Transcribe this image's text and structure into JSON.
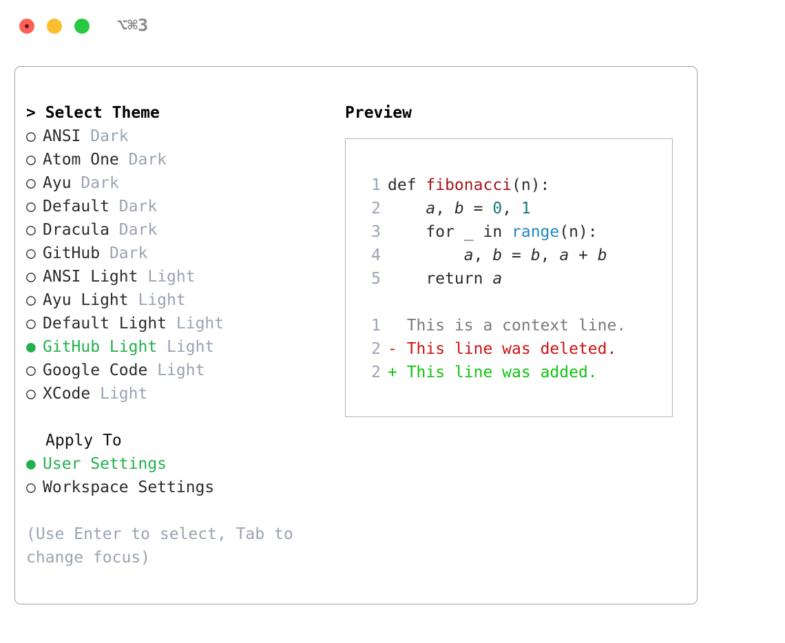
{
  "titlebar": {
    "shortcut": "⌥⌘3",
    "traffic_lights": [
      "close-red",
      "minimize-yellow",
      "zoom-green"
    ]
  },
  "colors": {
    "accent_green": "#22b14c",
    "muted": "#9aa3b2",
    "text": "#2b2b2b",
    "diff_add": "#12c212",
    "diff_del": "#cc1212",
    "syntax_function": "#a3161b",
    "syntax_number": "#117a76",
    "syntax_keyword": "#1f86c4"
  },
  "left": {
    "header": "> Select Theme",
    "themes": [
      {
        "bullet": "○",
        "name": "ANSI",
        "variant": "Dark",
        "selected": false
      },
      {
        "bullet": "○",
        "name": "Atom One",
        "variant": "Dark",
        "selected": false
      },
      {
        "bullet": "○",
        "name": "Ayu",
        "variant": "Dark",
        "selected": false
      },
      {
        "bullet": "○",
        "name": "Default",
        "variant": "Dark",
        "selected": false
      },
      {
        "bullet": "○",
        "name": "Dracula",
        "variant": "Dark",
        "selected": false
      },
      {
        "bullet": "○",
        "name": "GitHub",
        "variant": "Dark",
        "selected": false
      },
      {
        "bullet": "○",
        "name": "ANSI Light",
        "variant": "Light",
        "selected": false
      },
      {
        "bullet": "○",
        "name": "Ayu Light",
        "variant": "Light",
        "selected": false
      },
      {
        "bullet": "○",
        "name": "Default Light",
        "variant": "Light",
        "selected": false
      },
      {
        "bullet": "●",
        "name": "GitHub Light",
        "variant": "Light",
        "selected": true
      },
      {
        "bullet": "○",
        "name": "Google Code",
        "variant": "Light",
        "selected": false
      },
      {
        "bullet": "○",
        "name": "XCode",
        "variant": "Light",
        "selected": false
      }
    ],
    "apply_to_label": "Apply To",
    "apply_to_options": [
      {
        "bullet": "●",
        "name": "User Settings",
        "selected": true
      },
      {
        "bullet": "○",
        "name": "Workspace Settings",
        "selected": false
      }
    ],
    "hint": "(Use Enter to select, Tab to change focus)"
  },
  "right": {
    "header": "Preview",
    "code_lines": [
      {
        "num": "1",
        "parts": [
          {
            "t": "def ",
            "c": "plain"
          },
          {
            "t": "fibonacci",
            "c": "fn"
          },
          {
            "t": "(n):",
            "c": "plain"
          }
        ]
      },
      {
        "num": "2",
        "parts": [
          {
            "t": "    ",
            "c": "plain"
          },
          {
            "t": "a",
            "c": "var"
          },
          {
            "t": ", ",
            "c": "plain"
          },
          {
            "t": "b",
            "c": "var"
          },
          {
            "t": " = ",
            "c": "plain"
          },
          {
            "t": "0",
            "c": "num"
          },
          {
            "t": ", ",
            "c": "plain"
          },
          {
            "t": "1",
            "c": "num"
          }
        ]
      },
      {
        "num": "3",
        "parts": [
          {
            "t": "    for _ in ",
            "c": "plain"
          },
          {
            "t": "range",
            "c": "kw"
          },
          {
            "t": "(n):",
            "c": "plain"
          }
        ]
      },
      {
        "num": "4",
        "parts": [
          {
            "t": "        ",
            "c": "plain"
          },
          {
            "t": "a",
            "c": "var"
          },
          {
            "t": ", ",
            "c": "plain"
          },
          {
            "t": "b",
            "c": "var"
          },
          {
            "t": " = ",
            "c": "plain"
          },
          {
            "t": "b",
            "c": "var"
          },
          {
            "t": ", ",
            "c": "plain"
          },
          {
            "t": "a",
            "c": "var"
          },
          {
            "t": " + ",
            "c": "plain"
          },
          {
            "t": "b",
            "c": "var"
          }
        ]
      },
      {
        "num": "5",
        "parts": [
          {
            "t": "    return ",
            "c": "plain"
          },
          {
            "t": "a",
            "c": "var"
          }
        ]
      }
    ],
    "diff_lines": [
      {
        "num": "1",
        "marker": " ",
        "text": " This is a context line.",
        "kind": "context"
      },
      {
        "num": "2",
        "marker": "-",
        "text": " This line was deleted.",
        "kind": "deleted"
      },
      {
        "num": "2",
        "marker": "+",
        "text": " This line was added.",
        "kind": "added"
      }
    ]
  }
}
